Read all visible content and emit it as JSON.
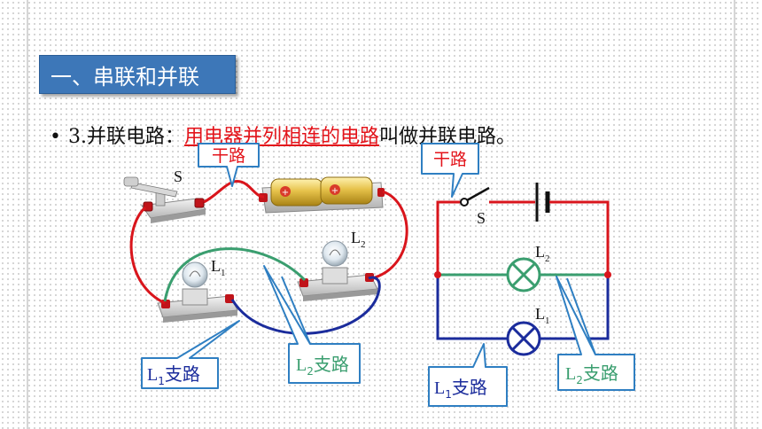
{
  "title": "一、串联和并联",
  "definition": {
    "bullet": "•",
    "number": "3.",
    "term": "并联电路：",
    "highlight": "用电器并列相连的电路",
    "rest": "叫做并联电路。"
  },
  "left_diagram": {
    "switch_label": "S",
    "bulb1_label": "L",
    "bulb1_sub": "1",
    "bulb2_label": "L",
    "bulb2_sub": "2",
    "callout_main": "干路",
    "callout_l1": "L",
    "callout_l1_sub": "1",
    "callout_l1_text": "支路",
    "callout_l2": "L",
    "callout_l2_sub": "2",
    "callout_l2_text": "支路"
  },
  "right_diagram": {
    "switch_label": "S",
    "bulb2_label": "L",
    "bulb2_sub": "2",
    "bulb1_label": "L",
    "bulb1_sub": "1",
    "callout_main": "干路",
    "callout_l1": "L",
    "callout_l1_sub": "1",
    "callout_l1_text": "支路",
    "callout_l2": "L",
    "callout_l2_sub": "2",
    "callout_l2_text": "支路"
  },
  "colors": {
    "main_wire": "#d9151c",
    "l2_wire": "#3a9e6f",
    "l1_wire": "#1b2c9c",
    "callout_border": "#2f7fc2",
    "title_bg": "#3d77b8"
  }
}
